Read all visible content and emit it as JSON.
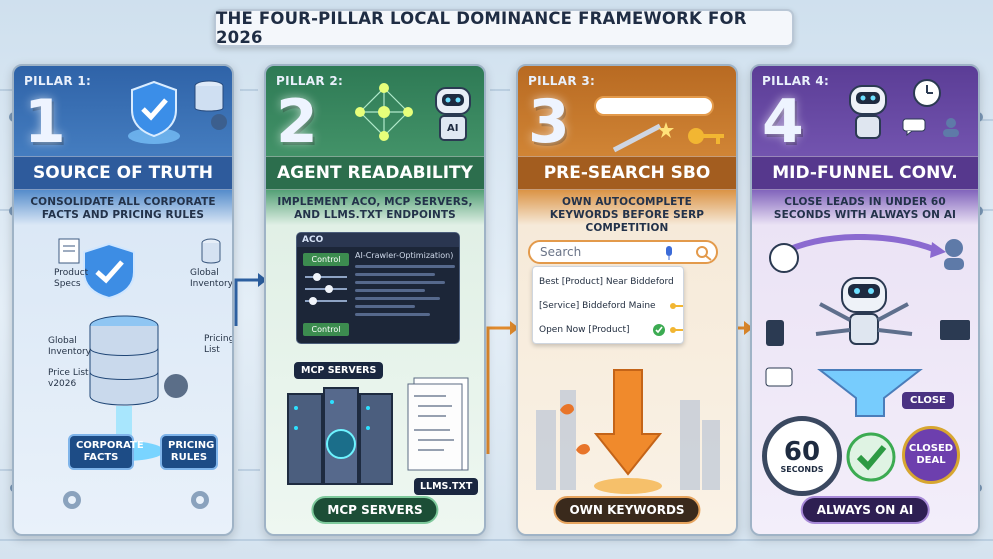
{
  "title": "THE FOUR-PILLAR LOCAL DOMINANCE FRAMEWORK FOR 2026",
  "pillars": [
    {
      "label": "PILLAR 1:",
      "number": "1",
      "heading": "SOURCE OF TRUTH",
      "description": "CONSOLIDATE ALL CORPORATE FACTS AND PRICING RULES",
      "labels": [
        "Product Specs",
        "Global Inventory",
        "Global Inventory",
        "Price List v2026",
        "Pricing List"
      ],
      "tags": [
        "CORPORATE FACTS",
        "PRICING RULES"
      ],
      "color": "#2f63a8"
    },
    {
      "label": "PILLAR 2:",
      "number": "2",
      "heading": "AGENT READABILITY",
      "description": "IMPLEMENT ACO, MCP SERVERS, AND LLMS.TXT ENDPOINTS",
      "window_title": "ACO",
      "window_subtitle": "AI-Crawler-Optimization)",
      "control_label": "Control",
      "icon_text": "AI",
      "mcp_label": "MCP SERVERS",
      "llms_label": "LLMS.TXT",
      "badge": "MCP SERVERS",
      "color": "#2e7a55"
    },
    {
      "label": "PILLAR 3:",
      "number": "3",
      "heading": "PRE-SEARCH SBO",
      "description": "OWN AUTOCOMPLETE KEYWORDS BEFORE SERP COMPETITION",
      "search_placeholder": "Search",
      "suggestions": [
        "Best [Product] Near Biddeford",
        "[Service] Biddeford Maine",
        "Open Now [Product]"
      ],
      "badge": "OWN KEYWORDS",
      "color": "#b86a22"
    },
    {
      "label": "PILLAR 4:",
      "number": "4",
      "heading": "MID-FUNNEL CONV.",
      "description": "CLOSE LEADS IN UNDER 60 SECONDS WITH ALWAYS ON AI",
      "timer_value": "60",
      "timer_unit": "SECONDS",
      "close_label": "CLOSE",
      "closed_label": "CLOSED DEAL",
      "badge": "ALWAYS ON AI",
      "color": "#5b3d96"
    }
  ]
}
